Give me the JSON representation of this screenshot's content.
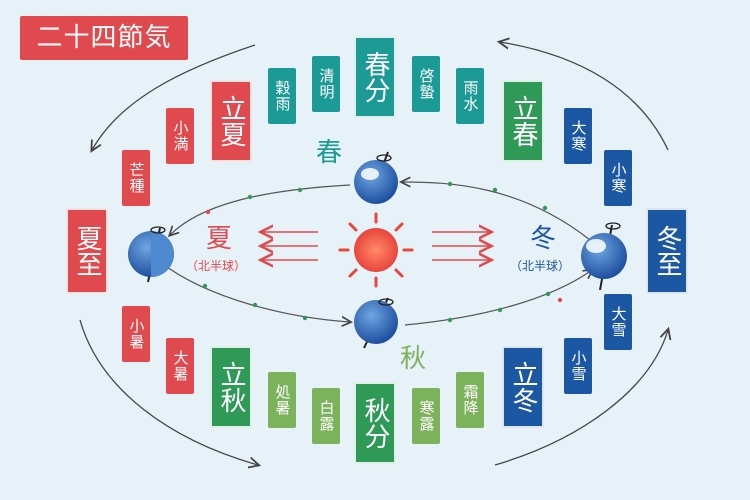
{
  "title": "二十四節気",
  "center_labels": {
    "spring": "春",
    "summer": "夏",
    "autumn": "秋",
    "winter": "冬",
    "summer_hemisphere": "（北半球）",
    "winter_hemisphere": "（北半球）"
  },
  "terms": {
    "shunbun": "春分",
    "seimei": "清明",
    "kokuu": "穀雨",
    "rikka": "立夏",
    "shoman": "小満",
    "boshu": "芒種",
    "geshi": "夏至",
    "shosho": "小暑",
    "taisho": "大暑",
    "risshu": "立秋",
    "shosho2": "処暑",
    "hakuro": "白露",
    "shubun": "秋分",
    "kanro": "寒露",
    "soko": "霜降",
    "ritto": "立冬",
    "shosetsu": "小雪",
    "taisetsu": "大雪",
    "toji": "冬至",
    "shokan": "小寒",
    "daikan": "大寒",
    "risshun": "立春",
    "usui": "雨水",
    "keichitsu": "啓蟄"
  },
  "colors": {
    "summer_red": "#e04a4e",
    "spring_teal": "#1c9a96",
    "spring_green": "#2f9a57",
    "winter_navy": "#1c57a3",
    "autumn_lightgreen": "#7db25c",
    "sun": "#e8453b"
  }
}
